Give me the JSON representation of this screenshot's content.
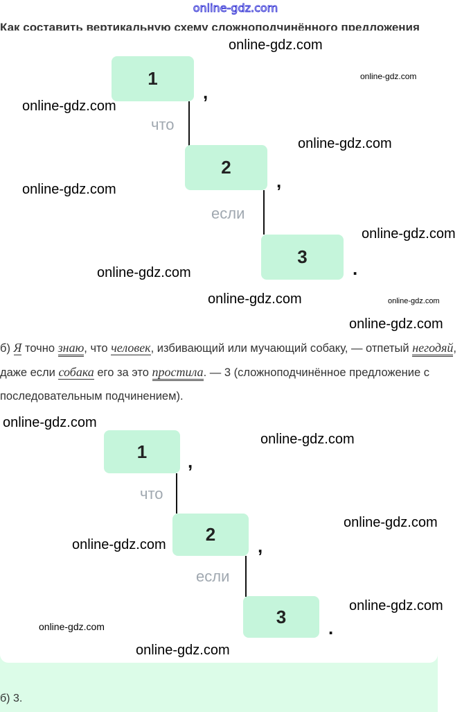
{
  "site_title": "online-gdz.com",
  "heading": "Как составить вертикальную схему сложноподчинённого предложения",
  "diagram1": {
    "boxes": [
      "1",
      "2",
      "3"
    ],
    "conjunctions": [
      "что",
      "если"
    ],
    "punct": [
      ",",
      ",",
      "."
    ]
  },
  "sentence": {
    "prefix": "б) ",
    "w1": "Я",
    "t1": " точно ",
    "w2": "знаю",
    "t2": ", что ",
    "w3": "человек",
    "t3": ", избивающий или мучающий собаку, — отпетый ",
    "w4": "негодяй",
    "t4": ", даже если ",
    "w5": "собака",
    "t5": " его за это ",
    "w6": "простила",
    "t6": ". — 3 (сложноподчинённое предложение с последовательным подчинением)."
  },
  "diagram2": {
    "boxes": [
      "1",
      "2",
      "3"
    ],
    "conjunctions": [
      "что",
      "если"
    ],
    "punct": [
      ",",
      ",",
      "."
    ]
  },
  "answer": "б) 3.",
  "watermark": "online-gdz.com"
}
